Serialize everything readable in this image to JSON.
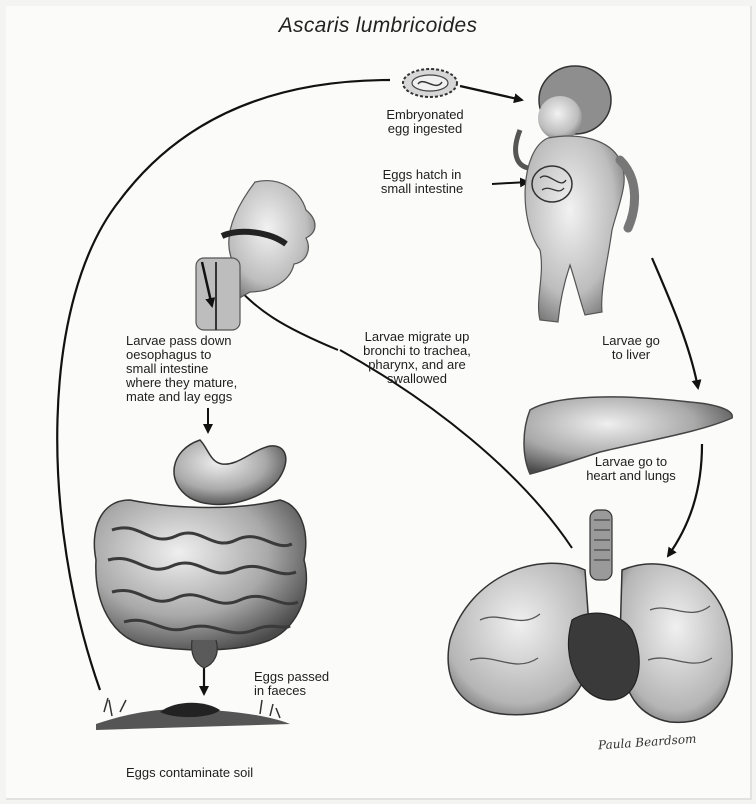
{
  "title": "Ascaris lumbricoides",
  "stages": {
    "egg_ingested": "Embryonated\negg ingested",
    "eggs_hatch": "Eggs hatch in\nsmall intestine",
    "larvae_liver": "Larvae go\nto liver",
    "larvae_heart_lungs": "Larvae go to\nheart and lungs",
    "larvae_migrate": "Larvae migrate up\nbronchi to trachea,\npharynx, and are\nswallowed",
    "larvae_oesophagus": "Larvae pass down\noesophagus to\nsmall intestine\nwhere they mature,\nmate and lay eggs",
    "eggs_faeces": "Eggs passed\nin faeces",
    "eggs_soil": "Eggs contaminate soil"
  },
  "signature": "Paula Beardsom"
}
